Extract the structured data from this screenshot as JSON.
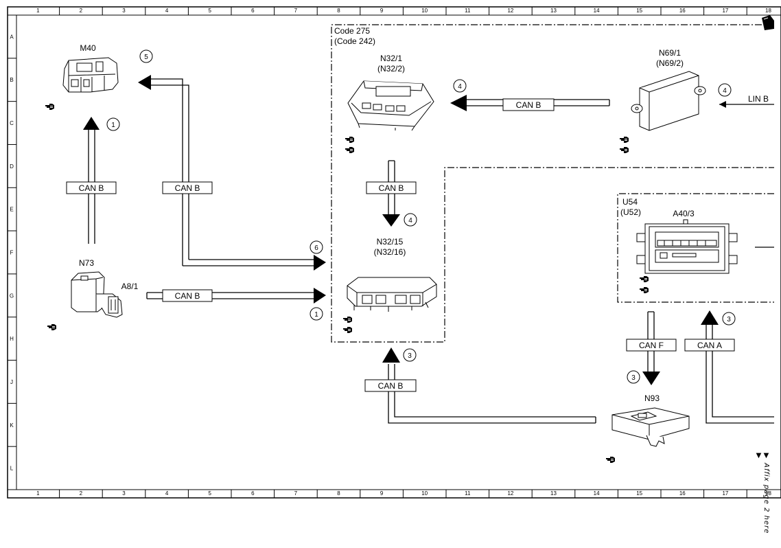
{
  "grid": {
    "columns": [
      "1",
      "2",
      "3",
      "4",
      "5",
      "6",
      "7",
      "8",
      "9",
      "10",
      "11",
      "12",
      "13",
      "14",
      "15",
      "16",
      "17",
      "18"
    ],
    "rows": [
      "A",
      "B",
      "C",
      "D",
      "E",
      "F",
      "G",
      "H",
      "J",
      "K",
      "L"
    ]
  },
  "zones": {
    "code_box": [
      "Code 275",
      "(Code 242)"
    ],
    "u54_box": [
      "U54",
      "(U52)"
    ]
  },
  "components": {
    "m40": "M40",
    "n32_1": [
      "N32/1",
      "(N32/2)"
    ],
    "n69_1": [
      "N69/1",
      "(N69/2)"
    ],
    "n73": "N73",
    "a8_1": "A8/1",
    "n32_15": [
      "N32/15",
      "(N32/16)"
    ],
    "a40_3": "A40/3",
    "n93": "N93"
  },
  "buses": {
    "can_b": "CAN B",
    "can_f": "CAN F",
    "can_a": "CAN A",
    "lin_b": "LIN B"
  },
  "markers": [
    "1",
    "5",
    "4",
    "4",
    "4",
    "6",
    "1",
    "3",
    "3",
    "3"
  ],
  "footer": "▼ Affix page 2 here ▼",
  "colors": {
    "line": "#000000",
    "background": "#ffffff"
  }
}
